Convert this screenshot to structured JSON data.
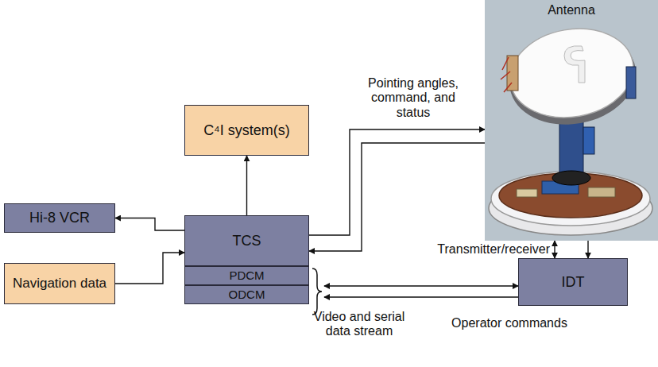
{
  "diagram": {
    "nodes": [
      {
        "text": [
          "C⁴I system(s)"
        ]
      },
      {
        "text": [
          "Hi-8 VCR"
        ]
      },
      {
        "text": [
          "Navigation data"
        ]
      },
      {
        "text": [
          "TCS"
        ]
      },
      {
        "text": [
          "PDCM"
        ]
      },
      {
        "text": [
          "ODCM"
        ]
      },
      {
        "text": [
          "Antenna"
        ]
      },
      {
        "text": [
          "IDT"
        ]
      }
    ],
    "edges": [
      {
        "from": 3,
        "to": 0,
        "arrow": "to"
      },
      {
        "from": 3,
        "to": 1,
        "arrow": "to"
      },
      {
        "from": 2,
        "to": 3,
        "arrow": "to"
      },
      {
        "from": 3,
        "to": 6,
        "arrow": "to",
        "label": "Pointing angles, command, and status"
      },
      {
        "from": 6,
        "to": 3,
        "arrow": "to"
      },
      {
        "from": 6,
        "to": 7,
        "arrow": "both",
        "label": "Transmitter/receiver"
      },
      {
        "from": 6,
        "to": 7,
        "arrow": "to"
      },
      {
        "from": 4,
        "to": 7,
        "arrow": "both",
        "label": "Video and serial data stream"
      },
      {
        "from": 7,
        "to": 5,
        "arrow": "to",
        "label": "Operator commands"
      }
    ]
  }
}
